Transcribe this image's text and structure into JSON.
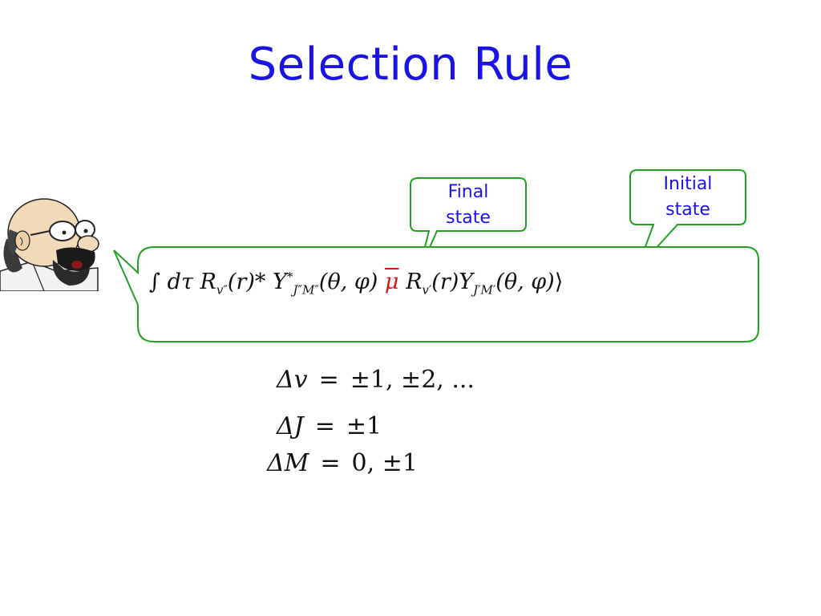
{
  "slide": {
    "title": "Selection Rule",
    "callouts": {
      "final": [
        "Final",
        "state"
      ],
      "initial": [
        "Initial",
        "state"
      ]
    },
    "integral": {
      "integral_sign": "∫",
      "d_tau": "dτ",
      "R": "R",
      "v_dprime": "v″",
      "r_star": "(r)*",
      "Y": "Y",
      "star": "*",
      "JM_dprime": "J″M″",
      "angles1": "(θ, φ)",
      "mu": "μ",
      "v_prime": "v′",
      "r2": "(r)",
      "JM_prime": "J′M′",
      "angles2": "(θ, φ)",
      "close": "⟩"
    },
    "rules": [
      {
        "lhs": "Δv",
        "op": "=",
        "rhs": "±1, ±2, ..."
      },
      {
        "lhs": "ΔJ",
        "op": "=",
        "rhs": "±1"
      },
      {
        "lhs": "ΔM",
        "op": "=",
        "rhs": "0, ±1"
      }
    ],
    "colors": {
      "title": "#1a12e6",
      "callout_border": "#22a022",
      "mu": "#d51818"
    }
  }
}
